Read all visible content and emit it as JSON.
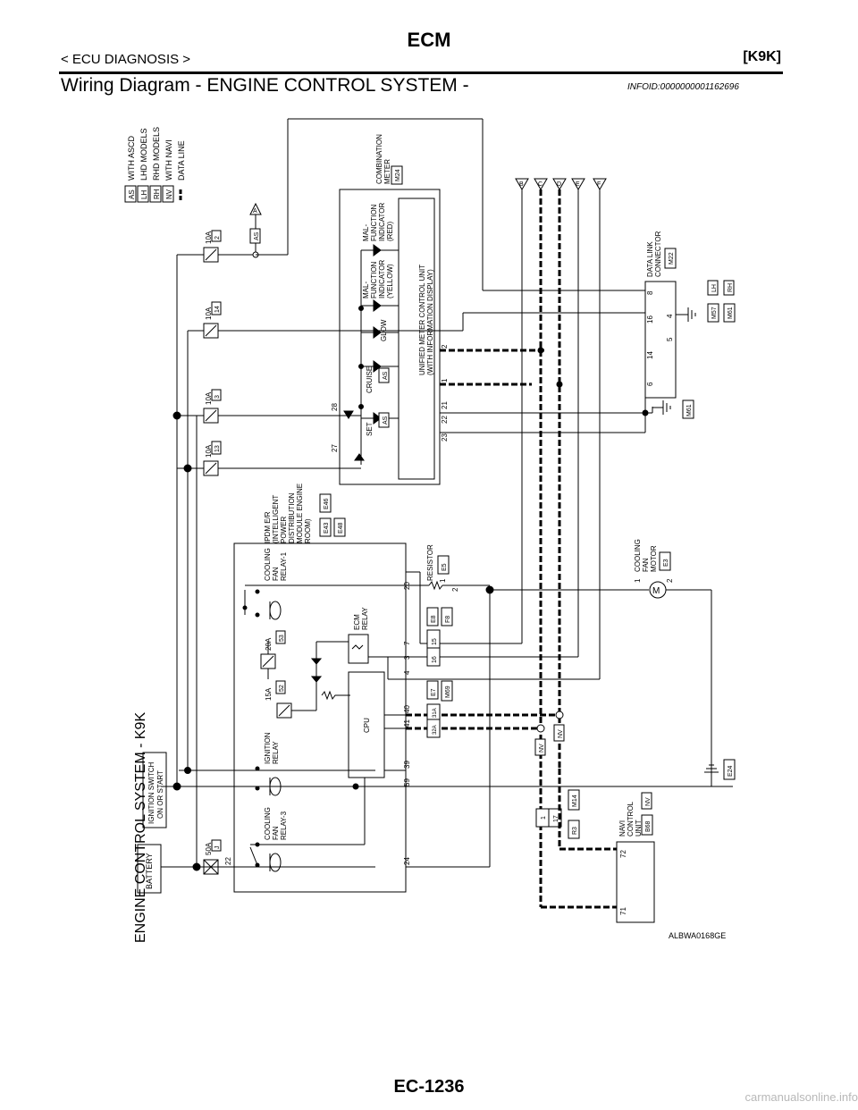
{
  "header": {
    "title": "ECM",
    "section": "< ECU DIAGNOSIS >",
    "model": "[K9K]",
    "diagram_title": "Wiring Diagram - ENGINE CONTROL SYSTEM -",
    "info_id": "INFOID:0000000001162696"
  },
  "footer": {
    "page": "EC-1236",
    "watermark": "carmanualsonline.info"
  },
  "diagram": {
    "system_title": "ENGINE CONTROL SYSTEM - K9K",
    "figure_id": "ALBWA0168GE",
    "legend": [
      {
        "code": "AS",
        "text": "WITH ASCD"
      },
      {
        "code": "LH",
        "text": "LHD MODELS"
      },
      {
        "code": "RH",
        "text": "RHD MODELS"
      },
      {
        "code": "NV",
        "text": "WITH NAVI"
      },
      {
        "code": "",
        "text": "DATA LINE"
      }
    ],
    "battery": "BATTERY",
    "ign_switch": [
      "IGNITION SWITCH",
      "ON OR START"
    ],
    "fuses": [
      {
        "amp": "50A",
        "id": "J"
      },
      {
        "amp": "10A",
        "id": "13"
      },
      {
        "amp": "10A",
        "id": "3"
      },
      {
        "amp": "10A",
        "id": "14"
      },
      {
        "amp": "10A",
        "id": "2"
      },
      {
        "amp": "15A",
        "id": "52"
      },
      {
        "amp": "20A",
        "id": "53"
      }
    ],
    "ipdm": {
      "name": [
        "IPDM E/R",
        "(INTELLIGENT",
        "POWER",
        "DISTRIBUTION",
        "MODULE ENGINE",
        "ROOM)"
      ],
      "connectors": [
        "E43",
        "E46",
        "E48"
      ],
      "relays": {
        "cooling_fan_relay_3": [
          "COOLING",
          "FAN",
          "RELAY-3"
        ],
        "ignition_relay": [
          "IGNITION",
          "RELAY"
        ],
        "cooling_fan_relay_1": [
          "COOLING",
          "FAN",
          "RELAY-1"
        ],
        "ecm_relay": [
          "ECM",
          "RELAY"
        ]
      },
      "cpu": "CPU",
      "pins": [
        "24",
        "59",
        "39",
        "41",
        "40",
        "4",
        "3",
        "7",
        "20",
        "22"
      ]
    },
    "meter": {
      "name": [
        "COMBINATION",
        "METER"
      ],
      "connector": "M24",
      "unit": [
        "UNIFIED METER CONTROL UNIT",
        "(WITH INFORMATION DISPLAY)"
      ],
      "indicators": [
        "SET",
        "CRUISE",
        "GLOW"
      ],
      "malfunction_yellow": [
        "MAL-",
        "FUNCTION",
        "INDICATOR",
        "(YELLOW)"
      ],
      "malfunction_red": [
        "MAL-",
        "FUNCTION",
        "INDICATOR",
        "(RED)"
      ],
      "pins": [
        "27",
        "28",
        "23",
        "22",
        "21",
        "1",
        "2"
      ]
    },
    "dlc": {
      "name": [
        "DATA LINK",
        "CONNECTOR"
      ],
      "connector": "M22",
      "pins": [
        "6",
        "14",
        "16",
        "8",
        "5",
        "4"
      ]
    },
    "resistor": {
      "name": "RESISTOR",
      "connector": "E5",
      "pins": [
        "1",
        "2"
      ]
    },
    "fan_motor": {
      "name": [
        "COOLING",
        "FAN",
        "MOTOR"
      ],
      "connector": "E3",
      "pins": [
        "1",
        "2"
      ]
    },
    "navi": {
      "name": [
        "NAVI",
        "CONTROL",
        "UNIT"
      ],
      "connector": "B68",
      "pins": [
        "72",
        "71"
      ]
    },
    "joints": {
      "e8_f8": {
        "a": "E8",
        "b": "F8",
        "pins": [
          "16",
          "15"
        ]
      },
      "e7_m69": {
        "a": "E7",
        "b": "M69",
        "pins": [
          "32A",
          "31A"
        ]
      },
      "m14_r3": {
        "a": "M14",
        "b": "R3",
        "pins": [
          "1",
          "17"
        ]
      }
    },
    "grounds": [
      "E24",
      "M61",
      "M57",
      "M61"
    ],
    "side_codes": {
      "lh": "LH",
      "rh": "RH"
    },
    "tag_as": "AS",
    "tag_nv": "NV",
    "arrows": [
      "A",
      "B",
      "C",
      "D",
      "E",
      "F"
    ]
  }
}
